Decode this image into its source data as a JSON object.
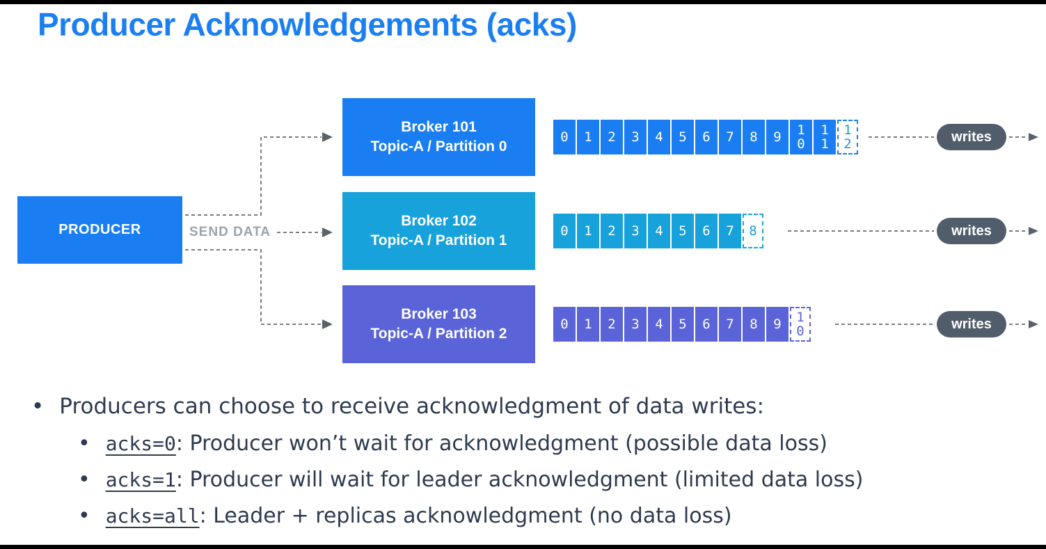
{
  "title": "Producer Acknowledgements (acks)",
  "producer": {
    "label": "PRODUCER"
  },
  "send_data_label": "SEND DATA",
  "writes_label": "writes",
  "colors": {
    "title": "#1b7ff2",
    "producer": "#1a7ef2",
    "writes_pill": "#525d6c",
    "arrow_gray": "#757c84",
    "body_text": "#2d3a4e"
  },
  "brokers": [
    {
      "name": "Broker 101",
      "topic": "Topic-A / Partition 0",
      "color": "#1a7ef2",
      "next_color": "#2798ca",
      "offsets": [
        "0",
        "1",
        "2",
        "3",
        "4",
        "5",
        "6",
        "7",
        "8",
        "9",
        "10",
        "11"
      ],
      "next_offset": "12"
    },
    {
      "name": "Broker 102",
      "topic": "Topic-A / Partition 1",
      "color": "#17a2dc",
      "next_color": "#1a9fd6",
      "offsets": [
        "0",
        "1",
        "2",
        "3",
        "4",
        "5",
        "6",
        "7"
      ],
      "next_offset": "8"
    },
    {
      "name": "Broker 103",
      "topic": "Topic-A / Partition 2",
      "color": "#5a64d8",
      "next_color": "#5a64d8",
      "offsets": [
        "0",
        "1",
        "2",
        "3",
        "4",
        "5",
        "6",
        "7",
        "8",
        "9"
      ],
      "next_offset": "10"
    }
  ],
  "notes": {
    "intro": "Producers can choose to receive acknowledgment of data writes:",
    "items": [
      {
        "code": "acks=0",
        "text": ": Producer won’t wait for acknowledgment (possible data loss)"
      },
      {
        "code": "acks=1",
        "text": ": Producer will wait for leader acknowledgment (limited data loss)"
      },
      {
        "code": "acks=all",
        "text": ": Leader + replicas acknowledgment (no data loss)"
      }
    ]
  }
}
